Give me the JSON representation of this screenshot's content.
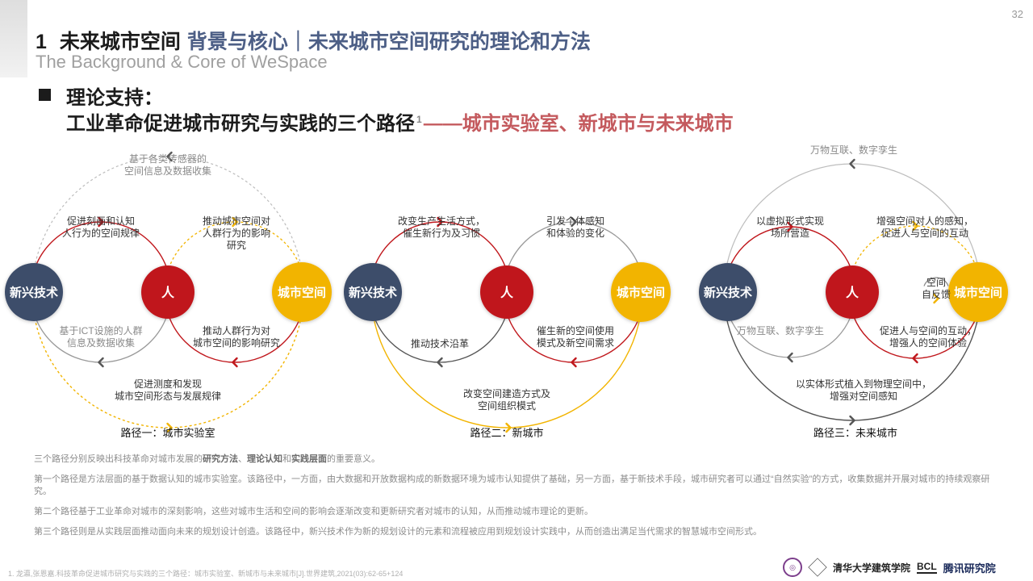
{
  "page_number": "32",
  "header": {
    "num": "1",
    "main_title": "未来城市空间",
    "sub_title": "背景与核心｜未来城市空间研究的理论和方法",
    "subtitle_en": "The Background & Core of WeSpace"
  },
  "bullet": {
    "title": "理论支持：",
    "line2_prefix": "工业革命促进城市研究与实践的三个路径",
    "superscript": "1",
    "line2_highlight": "——城市实验室、新城市与未来城市"
  },
  "colors": {
    "tech_node": "#3e4d6a",
    "human_node": "#c0171c",
    "city_node": "#f2b400",
    "arrow_red": "#c0171c",
    "arrow_yellow": "#f2b400",
    "arrow_gray": "#555555",
    "highlight_text": "#c45a5e",
    "subtitle_blue": "#4d5f86"
  },
  "diagrams": [
    {
      "nodes": {
        "tech": "新兴技术",
        "human": "人",
        "city": "城市空间"
      },
      "labels": {
        "outer_top": [
          "基于各类传感器的",
          "空间信息及数据收集"
        ],
        "upper_left": [
          "促进刻画和认知",
          "人行为的空间规律"
        ],
        "upper_right": [
          "推动城市空间对",
          "人群行为的影响",
          "研究"
        ],
        "lower_left": [
          "基于ICT设施的人群",
          "信息及数据收集"
        ],
        "lower_right": [
          "推动人群行为对",
          "城市空间的影响研究"
        ],
        "outer_bottom": [
          "促进测度和发现",
          "城市空间形态与发展规律"
        ]
      },
      "caption": "路径一：城市实验室"
    },
    {
      "nodes": {
        "tech": "新兴技术",
        "human": "人",
        "city": "城市空间"
      },
      "labels": {
        "upper_left": [
          "改变生产生活方式，",
          "催生新行为及习惯"
        ],
        "upper_right": [
          "引发个体感知",
          "和体验的变化"
        ],
        "lower_left": [
          "推动技术沿革"
        ],
        "lower_right": [
          "催生新的空间使用",
          "模式及新空间需求"
        ],
        "outer_bottom": [
          "改变空间建造方式及",
          "空间组织模式"
        ]
      },
      "caption": "路径二：新城市"
    },
    {
      "nodes": {
        "tech": "新兴技术",
        "human": "人",
        "city": "城市空间"
      },
      "labels": {
        "outer_top": [
          "万物互联、数字孪生"
        ],
        "upper_left": [
          "以虚拟形式实现",
          "场所营造"
        ],
        "upper_right": [
          "增强空间对人的感知，",
          "促进人与空间的互动"
        ],
        "feedback": [
          "空间",
          "自反馈"
        ],
        "lower_left": [
          "万物互联、数字孪生"
        ],
        "lower_right": [
          "促进人与空间的互动，",
          "增强人的空间体验"
        ],
        "outer_bottom": [
          "以实体形式植入到物理空间中，",
          "增强对空间感知"
        ]
      },
      "caption": "路径三：未来城市"
    }
  ],
  "notes": {
    "p1_prefix": "三个路径分别反映出科技革命对城市发展的",
    "p1_bold1": "研究方法",
    "p1_sep1": "、",
    "p1_bold2": "理论认知",
    "p1_sep2": "和",
    "p1_bold3": "实践层面",
    "p1_suffix": "的重要意义。",
    "p2": "第一个路径是方法层面的基于数据认知的城市实验室。该路径中，一方面，由大数据和开放数据构成的新数据环境为城市认知提供了基础，另一方面，基于新技术手段，城市研究者可以通过“自然实验”的方式，收集数据并开展对城市的持续观察研究。",
    "p3": "第二个路径基于工业革命对城市的深刻影响，这些对城市生活和空间的影响会逐渐改变和更新研究者对城市的认知，从而推动城市理论的更新。",
    "p4": "第三个路径则是从实践层面推动面向未来的规划设计创造。该路径中，新兴技术作为新的规划设计的元素和流程被应用到规划设计实践中，从而创造出满足当代需求的智慧城市空间形式。"
  },
  "footnote": "1. 龙瀛,张恩嘉.科技革命促进城市研究与实践的三个路径：城市实验室、新城市与未来城市[J].世界建筑,2021(03):62-65+124",
  "logos": {
    "tsinghua": "清华大学建筑学院",
    "bcl": "BCL",
    "tencent": "腾讯研究院"
  }
}
